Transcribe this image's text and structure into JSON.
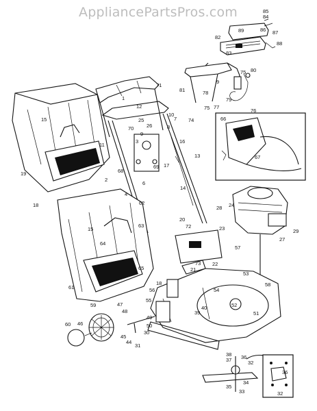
{
  "watermark": "AppliancePartsPros.com",
  "labels": [
    {
      "id": "p84",
      "text": "84"
    },
    {
      "id": "p85",
      "text": "85"
    },
    {
      "id": "p82",
      "text": "82"
    },
    {
      "id": "p89",
      "text": "89"
    },
    {
      "id": "p86",
      "text": "86"
    },
    {
      "id": "p87",
      "text": "87"
    },
    {
      "id": "p83",
      "text": "83"
    },
    {
      "id": "p88",
      "text": "88"
    },
    {
      "id": "p71",
      "text": "71"
    },
    {
      "id": "p81",
      "text": "81"
    },
    {
      "id": "p9",
      "text": "9"
    },
    {
      "id": "p75a",
      "text": "75"
    },
    {
      "id": "p80",
      "text": "80"
    },
    {
      "id": "p78",
      "text": "78"
    },
    {
      "id": "p77",
      "text": "77"
    },
    {
      "id": "p75b",
      "text": "75"
    },
    {
      "id": "p79",
      "text": "79"
    },
    {
      "id": "p74",
      "text": "74"
    },
    {
      "id": "p76",
      "text": "76"
    },
    {
      "id": "p1",
      "text": "1"
    },
    {
      "id": "p12",
      "text": "12"
    },
    {
      "id": "p10",
      "text": "10"
    },
    {
      "id": "p15a",
      "text": "15"
    },
    {
      "id": "p70",
      "text": "70"
    },
    {
      "id": "p25",
      "text": "25"
    },
    {
      "id": "p26",
      "text": "26"
    },
    {
      "id": "p9b",
      "text": "9"
    },
    {
      "id": "p7",
      "text": "7"
    },
    {
      "id": "p8",
      "text": "8"
    },
    {
      "id": "p3",
      "text": "3"
    },
    {
      "id": "p16",
      "text": "16"
    },
    {
      "id": "p11",
      "text": "11"
    },
    {
      "id": "p68",
      "text": "68"
    },
    {
      "id": "p69",
      "text": "69"
    },
    {
      "id": "p17",
      "text": "17"
    },
    {
      "id": "p13",
      "text": "13"
    },
    {
      "id": "p2",
      "text": "2"
    },
    {
      "id": "p6",
      "text": "6"
    },
    {
      "id": "p14",
      "text": "14"
    },
    {
      "id": "p4",
      "text": "4"
    },
    {
      "id": "p19",
      "text": "19"
    },
    {
      "id": "p18",
      "text": "18"
    },
    {
      "id": "p66",
      "text": "66"
    },
    {
      "id": "p67",
      "text": "67"
    },
    {
      "id": "p62",
      "text": "62"
    },
    {
      "id": "p28",
      "text": "28"
    },
    {
      "id": "p24",
      "text": "24"
    },
    {
      "id": "p20",
      "text": "20"
    },
    {
      "id": "p72",
      "text": "72"
    },
    {
      "id": "p23",
      "text": "23"
    },
    {
      "id": "p63",
      "text": "63"
    },
    {
      "id": "p15b",
      "text": "15"
    },
    {
      "id": "p64",
      "text": "64"
    },
    {
      "id": "p27",
      "text": "27"
    },
    {
      "id": "p29",
      "text": "29"
    },
    {
      "id": "p65",
      "text": "65"
    },
    {
      "id": "p57",
      "text": "57"
    },
    {
      "id": "p73",
      "text": "73"
    },
    {
      "id": "p21",
      "text": "21"
    },
    {
      "id": "p22",
      "text": "22"
    },
    {
      "id": "p53",
      "text": "53"
    },
    {
      "id": "p58",
      "text": "58"
    },
    {
      "id": "p61",
      "text": "61"
    },
    {
      "id": "p18b",
      "text": "18"
    },
    {
      "id": "p56",
      "text": "56"
    },
    {
      "id": "p54",
      "text": "54"
    },
    {
      "id": "p55",
      "text": "55"
    },
    {
      "id": "p59",
      "text": "59"
    },
    {
      "id": "p47",
      "text": "47"
    },
    {
      "id": "p48",
      "text": "48"
    },
    {
      "id": "p52",
      "text": "52"
    },
    {
      "id": "p40",
      "text": "40"
    },
    {
      "id": "p39",
      "text": "39"
    },
    {
      "id": "p51",
      "text": "51"
    },
    {
      "id": "p49",
      "text": "49"
    },
    {
      "id": "p50",
      "text": "50"
    },
    {
      "id": "p30",
      "text": "30"
    },
    {
      "id": "p60",
      "text": "60"
    },
    {
      "id": "p46",
      "text": "46"
    },
    {
      "id": "p45",
      "text": "45"
    },
    {
      "id": "p44",
      "text": "44"
    },
    {
      "id": "p31",
      "text": "31"
    },
    {
      "id": "p38",
      "text": "38"
    },
    {
      "id": "p37",
      "text": "37"
    },
    {
      "id": "p36a",
      "text": "36"
    },
    {
      "id": "p32a",
      "text": "32"
    },
    {
      "id": "p36b",
      "text": "36"
    },
    {
      "id": "p34",
      "text": "34"
    },
    {
      "id": "p35",
      "text": "35"
    },
    {
      "id": "p33",
      "text": "33"
    },
    {
      "id": "p32b",
      "text": "32"
    }
  ]
}
